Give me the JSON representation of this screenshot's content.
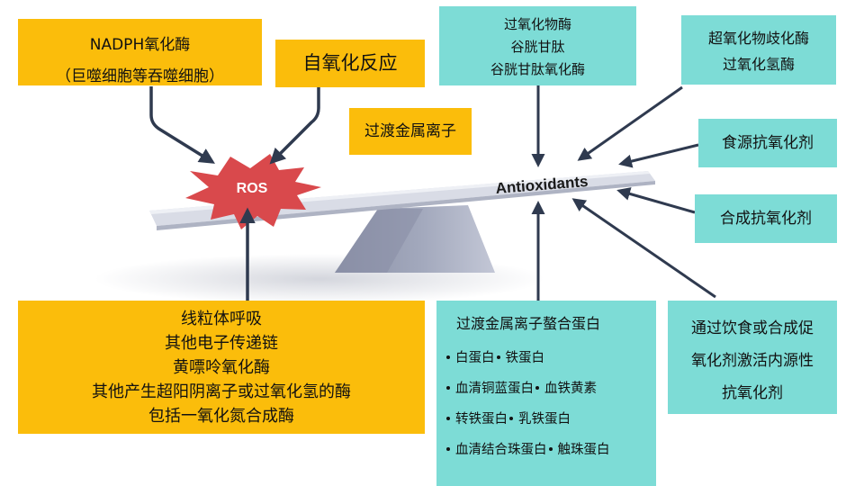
{
  "sources": {
    "nadph_line1": "NADPH氧化酶",
    "nadph_line2": "（巨噬细胞等吞噬细胞）",
    "autoxidation": "自氧化反应",
    "transition_metal": "过渡金属离子",
    "mitochondria_lines": [
      "线粒体呼吸",
      "其他电子传递链",
      "黄嘌呤氧化酶",
      "其他产生超阳阴离子或过氧化氢的酶",
      "包括一氧化氮合成酶"
    ]
  },
  "balance": {
    "ros_label": "ROS",
    "antioxidants_label": "Antioxidants"
  },
  "antioxidants": {
    "enzymes_lines": [
      "过氧化物酶",
      "谷胱甘肽",
      "谷胱甘肽氧化酶"
    ],
    "sod_lines": [
      "超氧化物歧化酶",
      "过氧化氢酶"
    ],
    "dietary": "食源抗氧化剂",
    "synthetic": "合成抗氧化剂",
    "chelating_title": "过渡金属离子螯合蛋白",
    "chelating_items": [
      [
        "白蛋白",
        "铁蛋白"
      ],
      [
        "血清铜蓝蛋白",
        "血铁黄素"
      ],
      [
        "转铁蛋白",
        "乳铁蛋白"
      ],
      [
        "血清结合珠蛋白",
        "触珠蛋白"
      ]
    ],
    "activation_lines": [
      "通过饮食或合成促",
      "氧化剂激活内源性",
      "抗氧化剂"
    ]
  },
  "colors": {
    "source_box": "#fbbd0b",
    "antioxidant_box": "#7ddcd6",
    "ros_burst": "#d9494c",
    "beam": "#d9dce6",
    "fulcrum": "#9aa0b3",
    "arrow": "#2f3a4f"
  }
}
